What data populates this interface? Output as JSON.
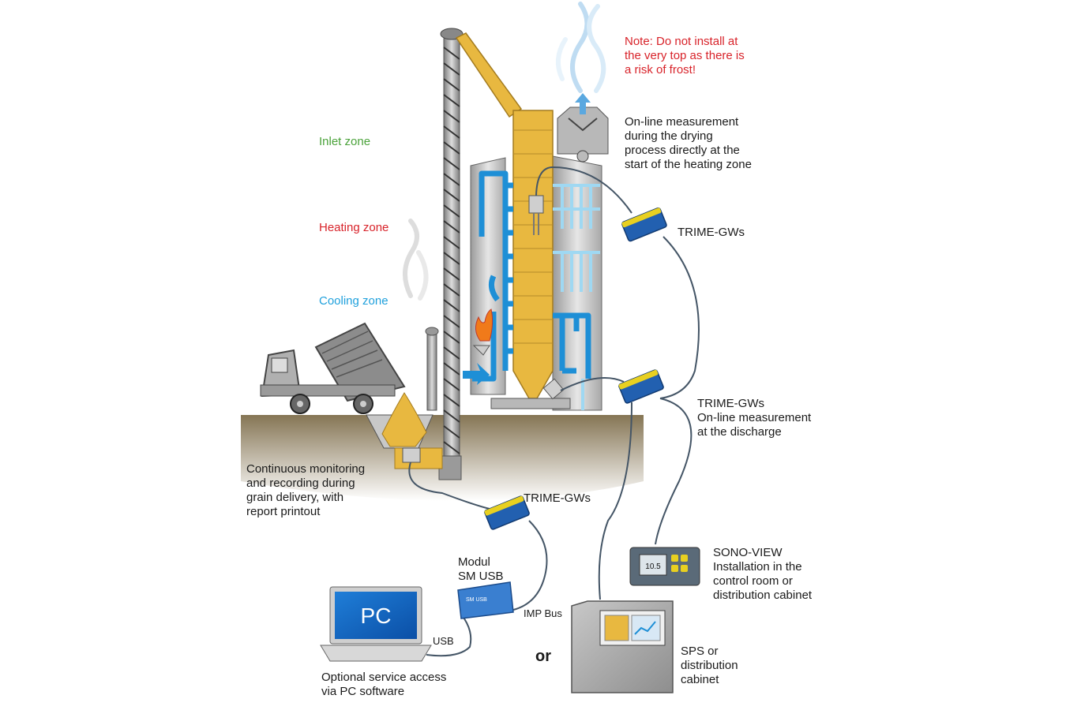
{
  "labels": {
    "note": [
      "Note: Do not install at",
      "the very top as there is",
      "a risk of frost!"
    ],
    "inlet_zone": "Inlet zone",
    "heating_zone": "Heating zone",
    "cooling_zone": "Cooling zone",
    "online_heating": [
      "On-line measurement",
      "during the drying",
      "process directly at the",
      "start of the heating zone"
    ],
    "trime_top": "TRIME-GWs",
    "trime_discharge": [
      "TRIME-GWs",
      "On-line measurement",
      "at the discharge"
    ],
    "trime_delivery": "TRIME-GWs",
    "continuous": [
      "Continuous monitoring",
      "and recording during",
      "grain delivery, with",
      "report printout"
    ],
    "modul": [
      "Modul",
      "SM USB"
    ],
    "imp_bus": "IMP Bus",
    "usb": "USB",
    "pc": "PC",
    "optional": [
      "Optional service access",
      "via PC software"
    ],
    "or": "or",
    "sono_view": [
      "SONO-VIEW",
      "Installation in the",
      "control room or",
      "distribution cabinet"
    ],
    "sps": [
      "SPS or",
      "distribution",
      "cabinet"
    ],
    "display_value": "10.5",
    "sm_usb_device_text": "SM USB"
  },
  "colors": {
    "grain": "#e8b840",
    "hot_air": "#1e8fd6",
    "cool_air": "#9fd8f2",
    "ground": "#8a7b5a",
    "sensor_box": "#2260b0",
    "note_red": "#d8232a",
    "inlet_green": "#4aa23a",
    "cooling_cyan": "#1fa0dc"
  }
}
